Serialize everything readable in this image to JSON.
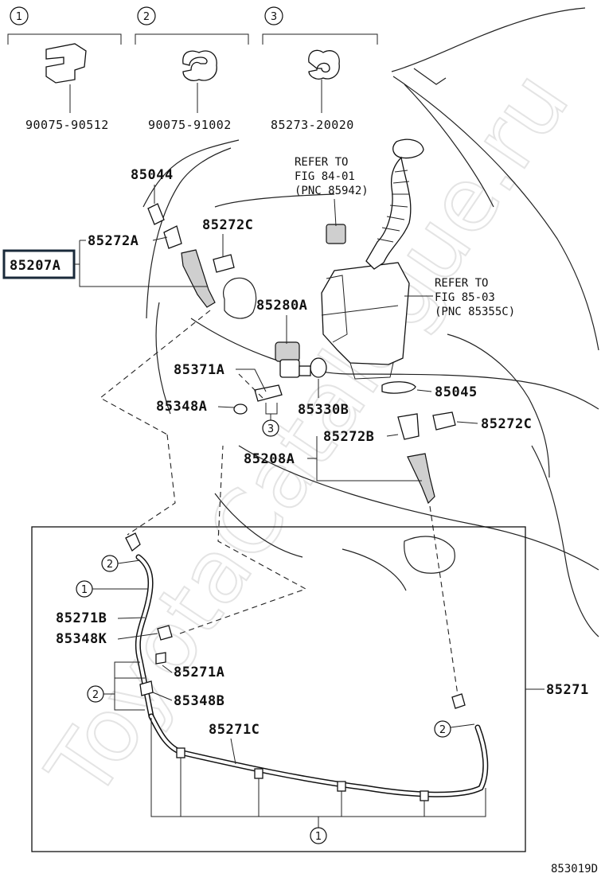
{
  "figure_code": "853019D",
  "watermark": "ToyotaCatalogue.ru",
  "clip_parts": [
    {
      "index": "1",
      "part_no": "90075-90512"
    },
    {
      "index": "2",
      "part_no": "90075-91002"
    },
    {
      "index": "3",
      "part_no": "85273-20020"
    }
  ],
  "refs": {
    "fig_84_01": {
      "line1": "REFER TO",
      "line2": "FIG 84-01",
      "line3": "(PNC 85942)"
    },
    "fig_85_03": {
      "line1": "REFER TO",
      "line2": "FIG 85-03",
      "line3": "(PNC 85355C)"
    }
  },
  "labels": {
    "p85044": "85044",
    "p85272A": "85272A",
    "p85207A": "85207A",
    "p85272C_top": "85272C",
    "p85280A": "85280A",
    "p85371A": "85371A",
    "p85348A": "85348A",
    "p85330B": "85330B",
    "p85045": "85045",
    "p85272C_right": "85272C",
    "p85272B": "85272B",
    "p85208A": "85208A",
    "p85271B": "85271B",
    "p85348K": "85348K",
    "p85271A": "85271A",
    "p85348B": "85348B",
    "p85271C": "85271C",
    "p85271": "85271"
  },
  "callouts": {
    "c3_mid": "3",
    "c2_a": "2",
    "c1_a": "1",
    "c2_b": "2",
    "c2_c": "2",
    "c1_bottom": "1"
  },
  "highlight_color": "#1a2a3a"
}
